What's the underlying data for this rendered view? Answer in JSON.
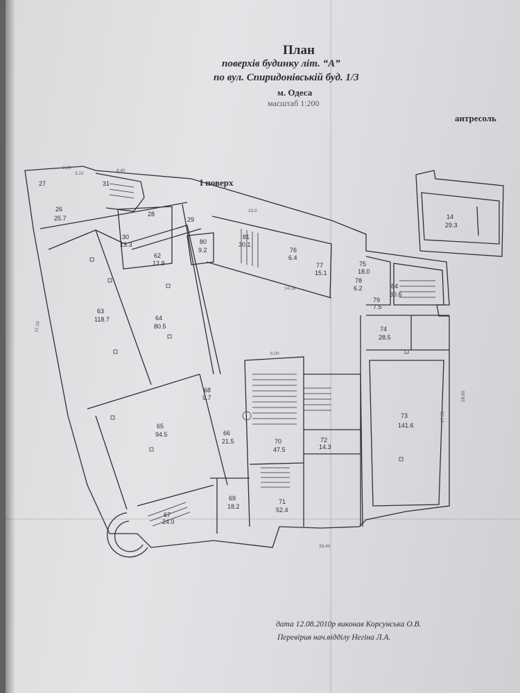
{
  "title": {
    "main": "План",
    "line2": "поверхів будинку літ. “А”",
    "line3": "по вул. Спиридонівській   буд. 1/3",
    "city": "м. Одеса",
    "scale": "масштаб 1:200"
  },
  "labels": {
    "mezzanine": "антресоль",
    "floor": "I поверх"
  },
  "rooms": [
    {
      "no": "26",
      "area": "25.7"
    },
    {
      "no": "27",
      "area": ""
    },
    {
      "no": "28",
      "area": ""
    },
    {
      "no": "29",
      "area": ""
    },
    {
      "no": "30",
      "area": "13.3"
    },
    {
      "no": "31",
      "area": ""
    },
    {
      "no": "62",
      "area": "12.9"
    },
    {
      "no": "63",
      "area": "118.7"
    },
    {
      "no": "64",
      "area": "80.5"
    },
    {
      "no": "65",
      "area": "94.5"
    },
    {
      "no": "66",
      "area": "21.5"
    },
    {
      "no": "67",
      "area": "24.0"
    },
    {
      "no": "68",
      "area": "9.7"
    },
    {
      "no": "69",
      "area": "18.2"
    },
    {
      "no": "70",
      "area": "47.5"
    },
    {
      "no": "71",
      "area": "52.4"
    },
    {
      "no": "72",
      "area": "14.3"
    },
    {
      "no": "73",
      "area": "141.6"
    },
    {
      "no": "74",
      "area": "28.5"
    },
    {
      "no": "75",
      "area": "18.0"
    },
    {
      "no": "76",
      "area": "6.4"
    },
    {
      "no": "77",
      "area": "15.1"
    },
    {
      "no": "78",
      "area": "6.2"
    },
    {
      "no": "79",
      "area": "7.5"
    },
    {
      "no": "80",
      "area": "9.2"
    },
    {
      "no": "81",
      "area": "30.1"
    },
    {
      "no": "84",
      "area": "30.6"
    },
    {
      "no": "14",
      "area": "29.3"
    }
  ],
  "dimensions": [
    "2.29",
    "3.22",
    "8.40",
    "6.00",
    "33.0",
    "33.40",
    "17.50",
    "28.80",
    "14.18",
    "12.10"
  ],
  "footer": {
    "line1": "дата 12.08.2010р   виконав  Корсунська О.В.",
    "line2": "Перевірив нач.відділу   Негіна Л.А."
  },
  "colors": {
    "paper": "#dedfe1",
    "ink": "#2c2d36",
    "backdrop": "#5f6062"
  }
}
